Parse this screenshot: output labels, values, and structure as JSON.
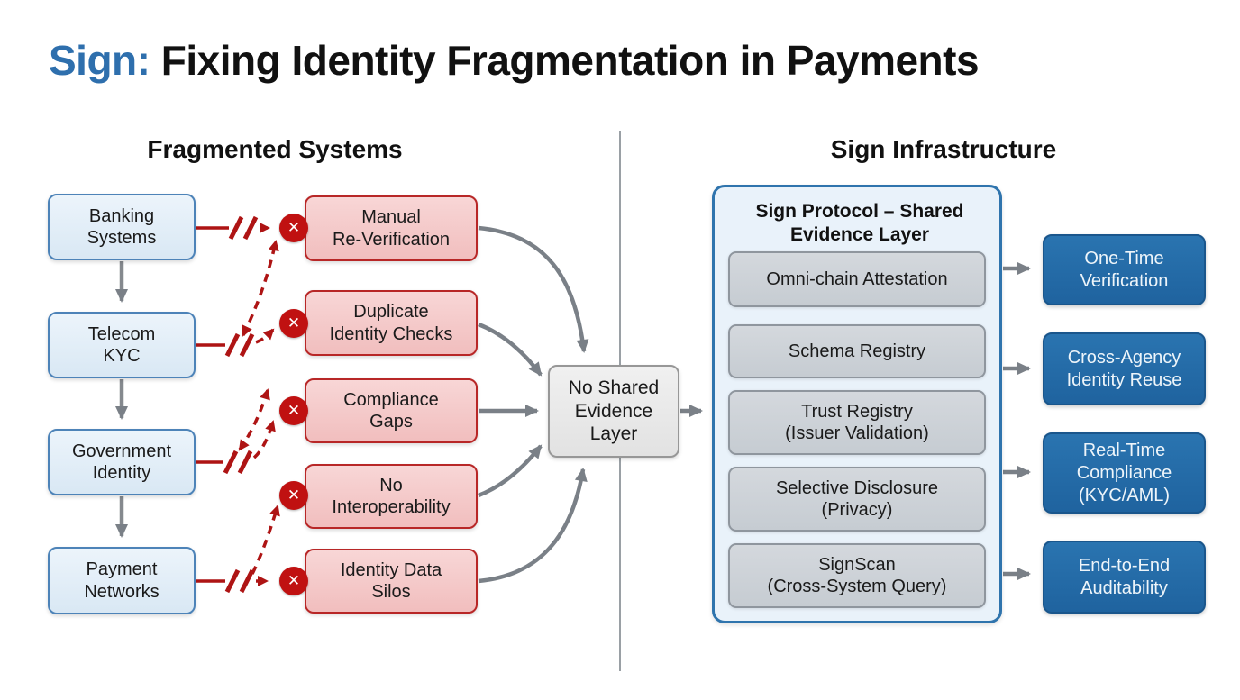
{
  "title": {
    "accent": "Sign:",
    "main": " Fixing Identity Fragmentation in Payments"
  },
  "headers": {
    "left": "Fragmented Systems",
    "right": "Sign Infrastructure"
  },
  "fragmented": {
    "systems": [
      {
        "label": "Banking\nSystems"
      },
      {
        "label": "Telecom\nKYC"
      },
      {
        "label": "Government\nIdentity"
      },
      {
        "label": "Payment\nNetworks"
      }
    ],
    "problems": [
      {
        "label": "Manual\nRe-Verification"
      },
      {
        "label": "Duplicate\nIdentity Checks"
      },
      {
        "label": "Compliance\nGaps"
      },
      {
        "label": "No\nInteroperability"
      },
      {
        "label": "Identity Data\nSilos"
      }
    ],
    "bottleneck": {
      "label": "No Shared\nEvidence\nLayer"
    }
  },
  "infrastructure": {
    "protocol_title": "Sign Protocol – Shared\nEvidence Layer",
    "components": [
      {
        "label": "Omni-chain Attestation"
      },
      {
        "label": "Schema Registry"
      },
      {
        "label": "Trust Registry\n(Issuer Validation)"
      },
      {
        "label": "Selective Disclosure\n(Privacy)"
      },
      {
        "label": "SignScan\n(Cross-System Query)"
      }
    ],
    "benefits": [
      {
        "label": "One-Time\nVerification"
      },
      {
        "label": "Cross-Agency\nIdentity Reuse"
      },
      {
        "label": "Real-Time\nCompliance\n(KYC/AML)"
      },
      {
        "label": "End-to-End\nAuditability"
      }
    ]
  },
  "icons": {
    "error_x": "✕"
  },
  "colors": {
    "accent_blue": "#2e6fad",
    "system_box_border": "#4d83b8",
    "problem_red_border": "#b82727",
    "error_circle_red": "#c01111",
    "benefit_blue": "#2269a6",
    "container_border": "#2f74ad",
    "arrow_gray": "#7a8087",
    "broken_link_red": "#ae1414"
  }
}
